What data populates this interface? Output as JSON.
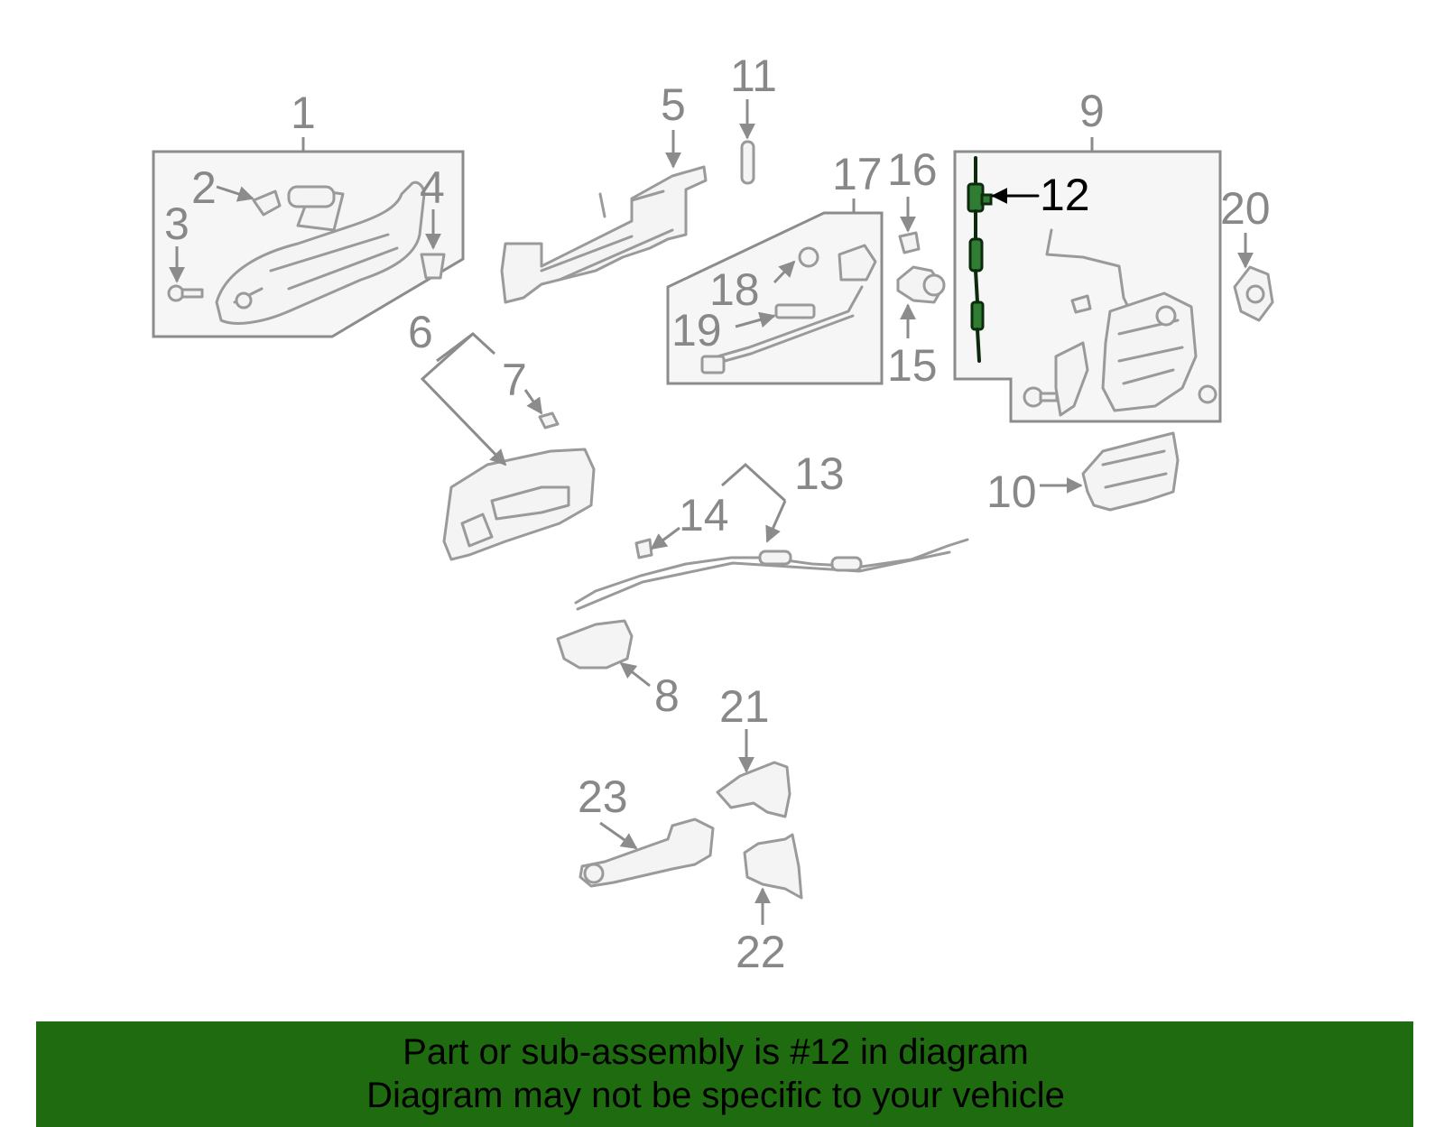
{
  "diagram": {
    "callouts": [
      "1",
      "2",
      "3",
      "4",
      "5",
      "6",
      "7",
      "8",
      "9",
      "10",
      "11",
      "12",
      "13",
      "14",
      "15",
      "16",
      "17",
      "18",
      "19",
      "20",
      "21",
      "22",
      "23"
    ],
    "highlighted_callout": "12",
    "highlight_color": "#2e7d32"
  },
  "footer": {
    "line1": "Part or sub-assembly is #12 in diagram",
    "line2": "Diagram may not be specific to your vehicle",
    "background": "#1e6b10"
  }
}
